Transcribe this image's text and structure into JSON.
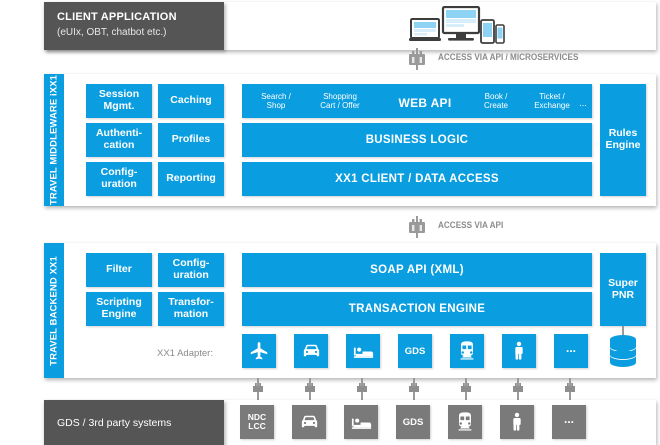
{
  "client": {
    "title": "CLIENT APPLICATION",
    "subtitle": "(eUIx, OBT, chatbot etc.)",
    "devices_icon": "devices-illustration"
  },
  "access_top": {
    "label": "ACCESS VIA API / MICROSERVICES",
    "icon": "plug-connector-icon"
  },
  "access_mid": {
    "label": "ACCESS VIA API",
    "icon": "plug-connector-icon"
  },
  "middleware": {
    "side_label": "TRAVEL MIDDLEWARE iXX1",
    "left_cells": [
      "Session\nMgmt.",
      "Caching",
      "Authenti-\ncation",
      "Profiles",
      "Config-\nuration",
      "Reporting"
    ],
    "left_cells_flat": [
      "Session Mgmt.",
      "Caching",
      "Authenti- cation",
      "Profiles",
      "Config- uration",
      "Reporting"
    ],
    "webapi": {
      "title": "WEB API",
      "items": [
        "Search /\nShop",
        "Shopping\nCart / Offer",
        "Book /\nCreate",
        "Ticket /\nExchange",
        "..."
      ]
    },
    "business_logic": "BUSINESS LOGIC",
    "data_access": "XX1 CLIENT / DATA ACCESS",
    "rules_engine": "Rules\nEngine"
  },
  "backend": {
    "side_label": "TRAVEL BACKEND XX1",
    "left_cells": [
      "Filter",
      "Config-\nuration",
      "Scripting\nEngine",
      "Transfor-\nmation"
    ],
    "soap_api": "SOAP API (XML)",
    "transaction_engine": "TRANSACTION ENGINE",
    "super_pnr": "Super\nPNR",
    "adapter_label": "XX1 Adapter:",
    "adapters": [
      {
        "icon": "plane-icon",
        "text": ""
      },
      {
        "icon": "car-icon",
        "text": ""
      },
      {
        "icon": "bed-icon",
        "text": ""
      },
      {
        "icon": "text-icon",
        "text": "GDS"
      },
      {
        "icon": "train-icon",
        "text": ""
      },
      {
        "icon": "person-icon",
        "text": ""
      },
      {
        "icon": "ellipsis-icon",
        "text": "..."
      }
    ],
    "database_icon": "database-cylinder-icon"
  },
  "gds": {
    "label": "GDS / 3rd party systems",
    "systems": [
      {
        "icon": "text-icon",
        "text": "NDC\nLCC"
      },
      {
        "icon": "car-icon",
        "text": ""
      },
      {
        "icon": "bed-icon",
        "text": ""
      },
      {
        "icon": "text-icon",
        "text": "GDS"
      },
      {
        "icon": "train-icon",
        "text": ""
      },
      {
        "icon": "person-icon",
        "text": ""
      },
      {
        "icon": "ellipsis-icon",
        "text": "..."
      }
    ]
  },
  "colors": {
    "brand_blue": "#0a9ddf",
    "dark_grey": "#555555",
    "mid_grey": "#7a7a7a",
    "text_grey": "#8c8c8c"
  }
}
